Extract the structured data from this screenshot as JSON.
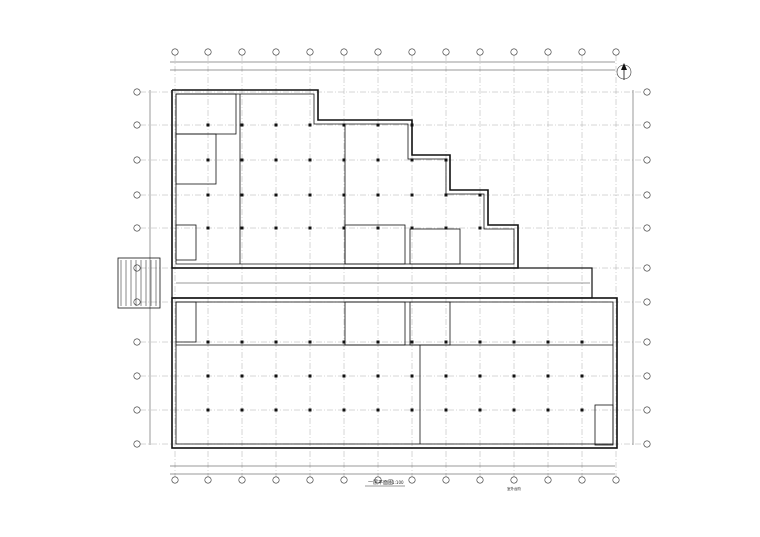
{
  "drawing": {
    "title_label": "一层平面图",
    "scale_label": "1:100",
    "north_label": "北",
    "small_note_label": "室外台阶"
  },
  "colors": {
    "line": "#111111",
    "grid": "#999999",
    "paper": "#ffffff"
  }
}
